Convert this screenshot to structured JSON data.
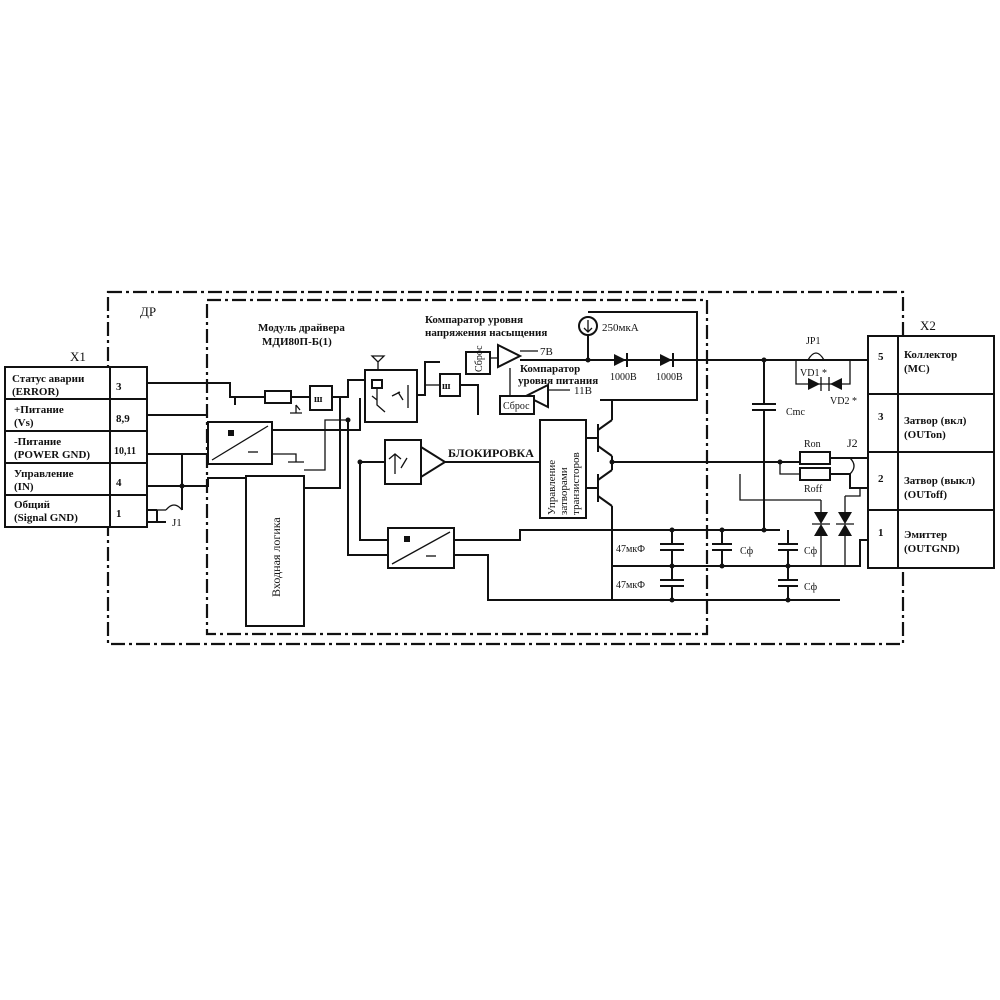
{
  "frames": {
    "outer_label": "ДР",
    "module_title_1": "Модуль драйвера",
    "module_title_2": "МДИ80П-Б(1)"
  },
  "x1": {
    "label": "X1",
    "rows": [
      {
        "l1": "Статус аварии",
        "l2": "(ERROR)",
        "pin": "3"
      },
      {
        "l1": "+Питание",
        "l2": "(Vs)",
        "pin": "8,9"
      },
      {
        "l1": "-Питание",
        "l2": "(POWER GND)",
        "pin": "10,11"
      },
      {
        "l1": "Управление",
        "l2": "(IN)",
        "pin": "4"
      },
      {
        "l1": "Общий",
        "l2": "(Signal GND)",
        "pin": "1"
      }
    ],
    "jumper": "J1"
  },
  "x2": {
    "label": "X2",
    "rows": [
      {
        "l1": "Коллектор",
        "l2": "(MC)",
        "pin": "5"
      },
      {
        "l1": "Затвор (вкл)",
        "l2": "(OUTon)",
        "pin": "3"
      },
      {
        "l1": "Затвор (выкл)",
        "l2": "(OUToff)",
        "pin": "2"
      },
      {
        "l1": "Эмиттер",
        "l2": "(OUTGND)",
        "pin": "1"
      }
    ]
  },
  "blocks": {
    "input_logic": "Входная логика",
    "gate_ctrl_1": "Управление",
    "gate_ctrl_2": "затворами",
    "gate_ctrl_3": "транзисторов",
    "lockout": "БЛОКИРОВКА"
  },
  "comparators": {
    "sat_1": "Компаратор уровня",
    "sat_2": "напряжения насыщения",
    "sat_ref": "7В",
    "sat_reset": "Сброс",
    "sup_1": "Компаратор",
    "sup_2": "уровня питания",
    "sup_ref": "11В",
    "sup_reset": "Сброс",
    "current_source": "250мкА"
  },
  "components": {
    "d1": "1000В",
    "d2": "1000В",
    "cmc": "Cmc",
    "jp1": "JP1",
    "vd1": "VD1 *",
    "vd2": "VD2 *",
    "ron": "Ron",
    "roff": "Roff",
    "j2": "J2",
    "c47a": "47мкФ",
    "c47b": "47мкФ",
    "cf1": "Сф",
    "cf2": "Сф",
    "cf3": "Сф"
  }
}
